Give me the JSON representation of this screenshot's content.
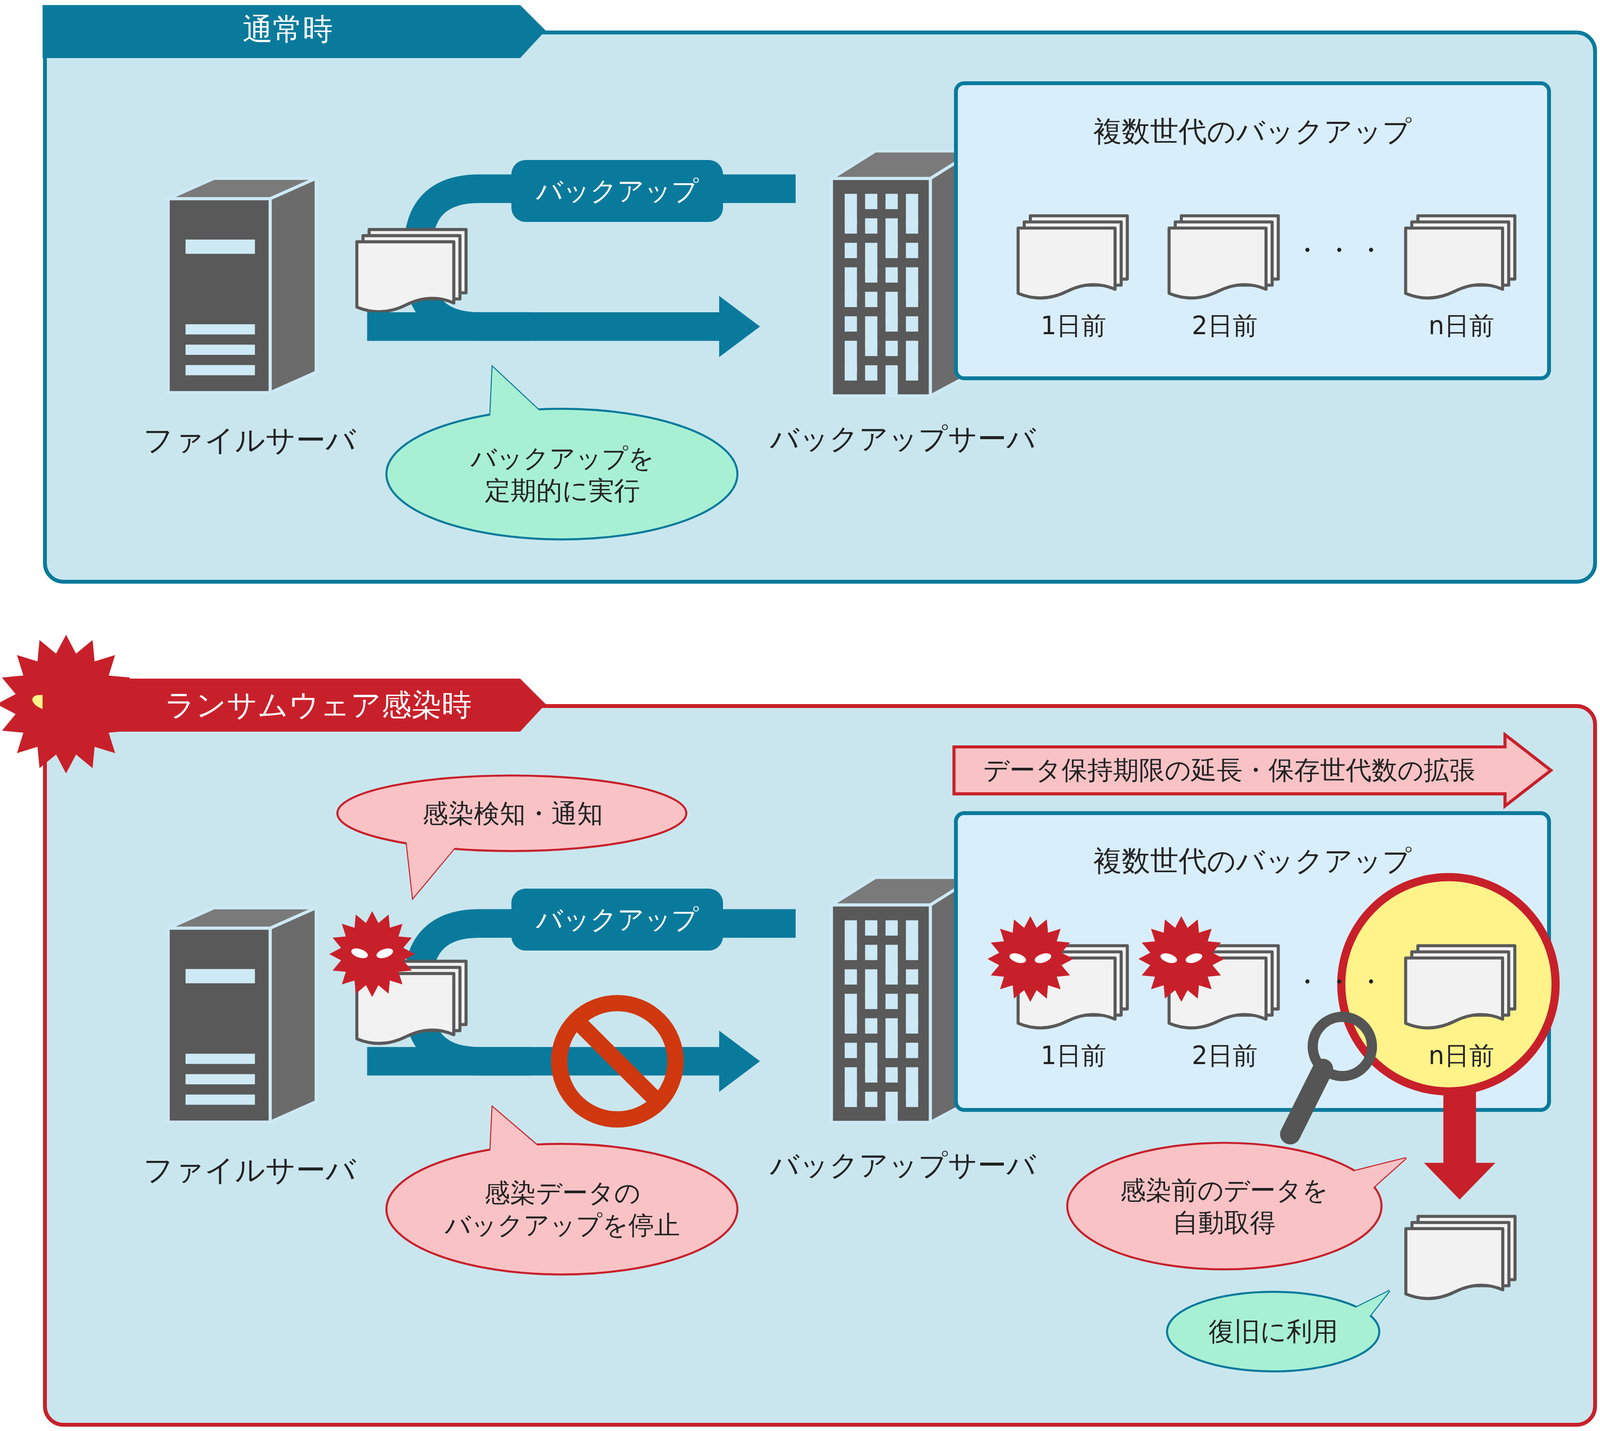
{
  "diagram": {
    "nodes": [
      {
        "text": [
          "通常時"
        ]
      },
      {
        "text": [
          "ファイルサーバ"
        ],
        "in": 0
      },
      {
        "text": [
          "バックアップを 定期的に実行"
        ],
        "in": 0
      },
      {
        "text": [
          "バックアップサーバ"
        ],
        "in": 0
      },
      {
        "text": [
          "複数世代のバックアップ"
        ],
        "in": 0
      },
      {
        "text": [
          "1日前"
        ],
        "in": 4
      },
      {
        "text": [
          "2日前"
        ],
        "in": 4
      },
      {
        "text": [
          "n日前"
        ],
        "in": 4
      },
      {
        "text": [
          "ランサムウェア感染時"
        ]
      },
      {
        "text": [
          "データ保持期限の延長・保存世代数の拡張"
        ],
        "in": 8
      },
      {
        "text": [
          "感染検知・通知"
        ],
        "in": 8
      },
      {
        "text": [
          "ファイルサーバ"
        ],
        "in": 8
      },
      {
        "text": [
          "感染データの バックアップを停止"
        ],
        "in": 8
      },
      {
        "text": [
          "バックアップサーバ"
        ],
        "in": 8
      },
      {
        "text": [
          "複数世代のバックアップ"
        ],
        "in": 8
      },
      {
        "text": [
          "1日前"
        ],
        "in": 14
      },
      {
        "text": [
          "2日前"
        ],
        "in": 14
      },
      {
        "text": [
          "n日前"
        ],
        "in": 14
      },
      {
        "text": [
          "感染前のデータを 自動取得"
        ],
        "in": 8
      },
      {
        "text": [
          "復旧に利用"
        ],
        "in": 8
      }
    ],
    "edges": [
      {
        "from": 1,
        "to": 3,
        "label": "バックアップ",
        "arrow": "to"
      },
      {
        "from": 11,
        "to": 13,
        "label": "バックアップ",
        "arrow": "to"
      }
    ],
    "labels": [
      "・・・",
      "・・・"
    ]
  }
}
